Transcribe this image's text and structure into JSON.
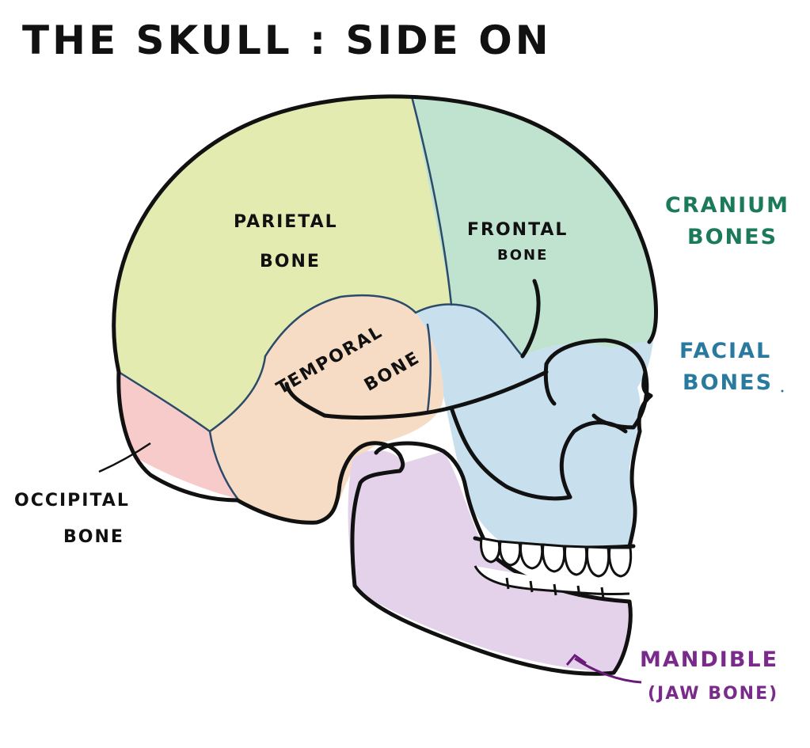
{
  "title": "THE SKULL : SIDE ON",
  "labels": {
    "parietal_line1": "PARIETAL",
    "parietal_line2": "BONE",
    "frontal_line1": "FRONTAL",
    "frontal_line2": "BONE",
    "temporal_line1": "TEMPORAL",
    "temporal_line2": "BONE",
    "occipital_line1": "OCCIPITAL",
    "occipital_line2": "BONE",
    "cranium_line1": "CRANIUM",
    "cranium_line2": "BONES",
    "facial_line1": "FACIAL",
    "facial_line2": "BONES",
    "mandible_line1": "MANDIBLE",
    "mandible_line2": "(JAW BONE)"
  },
  "colors": {
    "parietal": "#e3ebb0",
    "frontal": "#bfe3cf",
    "temporal": "#f6dcc4",
    "occipital": "#f6c2c0",
    "facial": "#c8dfee",
    "mandible": "#e3d2ea",
    "outline": "#111111",
    "cranium_text": "#1a7a5a",
    "facial_text": "#2a7aa0",
    "mandible_text": "#7a2a8a"
  }
}
